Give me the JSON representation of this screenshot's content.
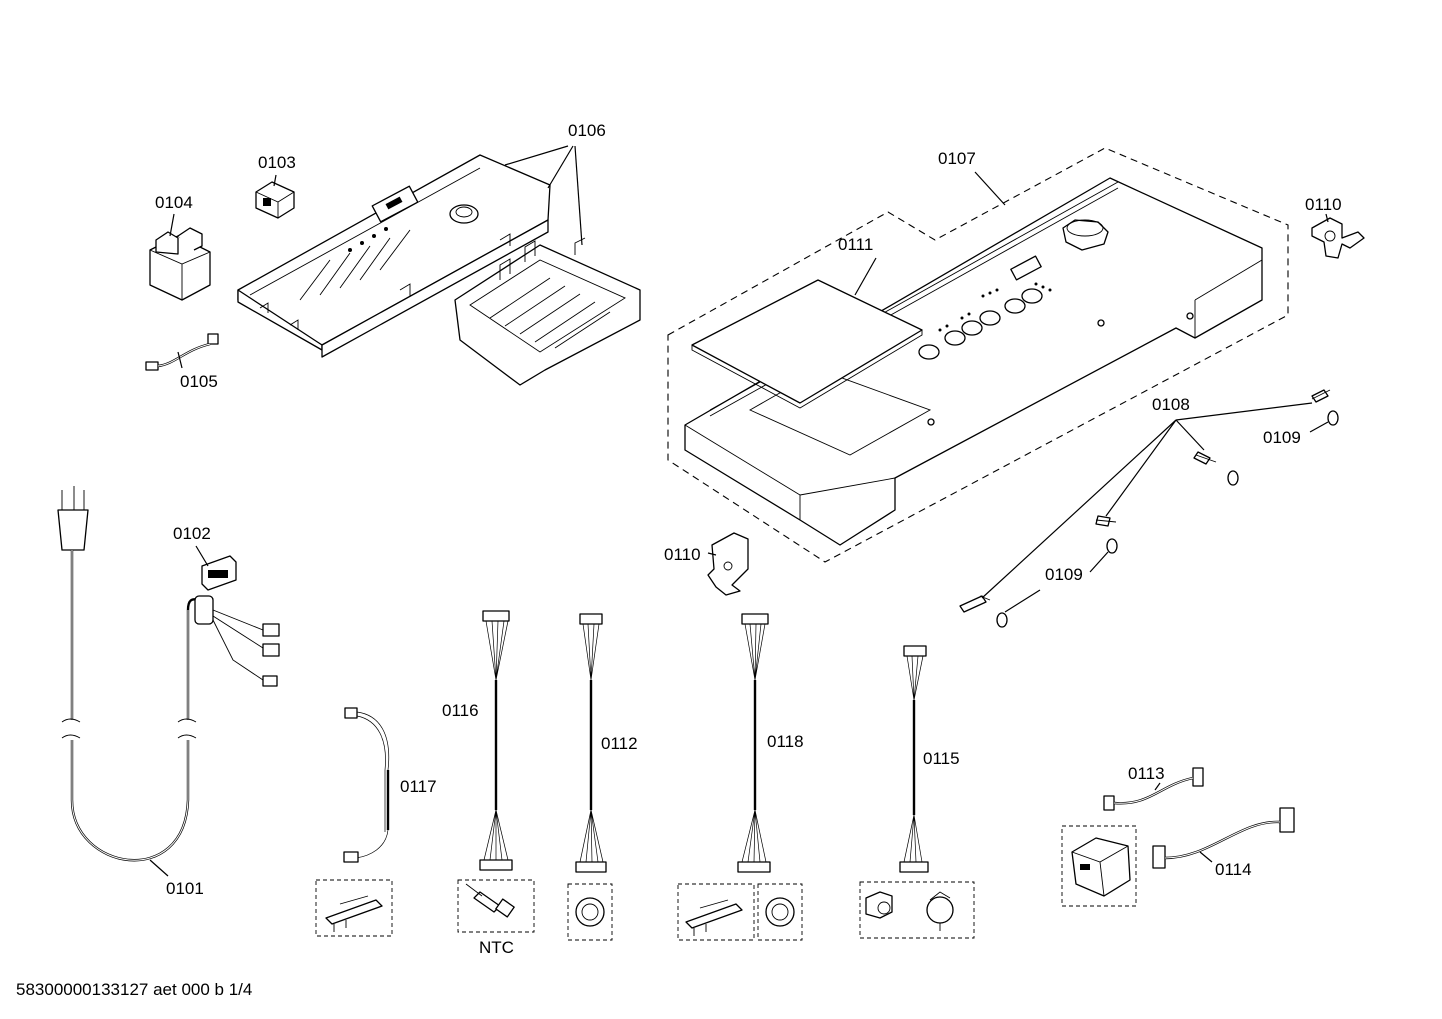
{
  "labels": {
    "p0101": "0101",
    "p0102": "0102",
    "p0103": "0103",
    "p0104": "0104",
    "p0105": "0105",
    "p0106": "0106",
    "p0107": "0107",
    "p0108": "0108",
    "p0109a": "0109",
    "p0109b": "0109",
    "p0110a": "0110",
    "p0110b": "0110",
    "p0111": "0111",
    "p0112": "0112",
    "p0113": "0113",
    "p0114": "0114",
    "p0115": "0115",
    "p0116": "0116",
    "p0117": "0117",
    "p0118": "0118",
    "ntc": "NTC"
  },
  "footer": {
    "code": "58300000133127 aet 000 b 1/4"
  }
}
